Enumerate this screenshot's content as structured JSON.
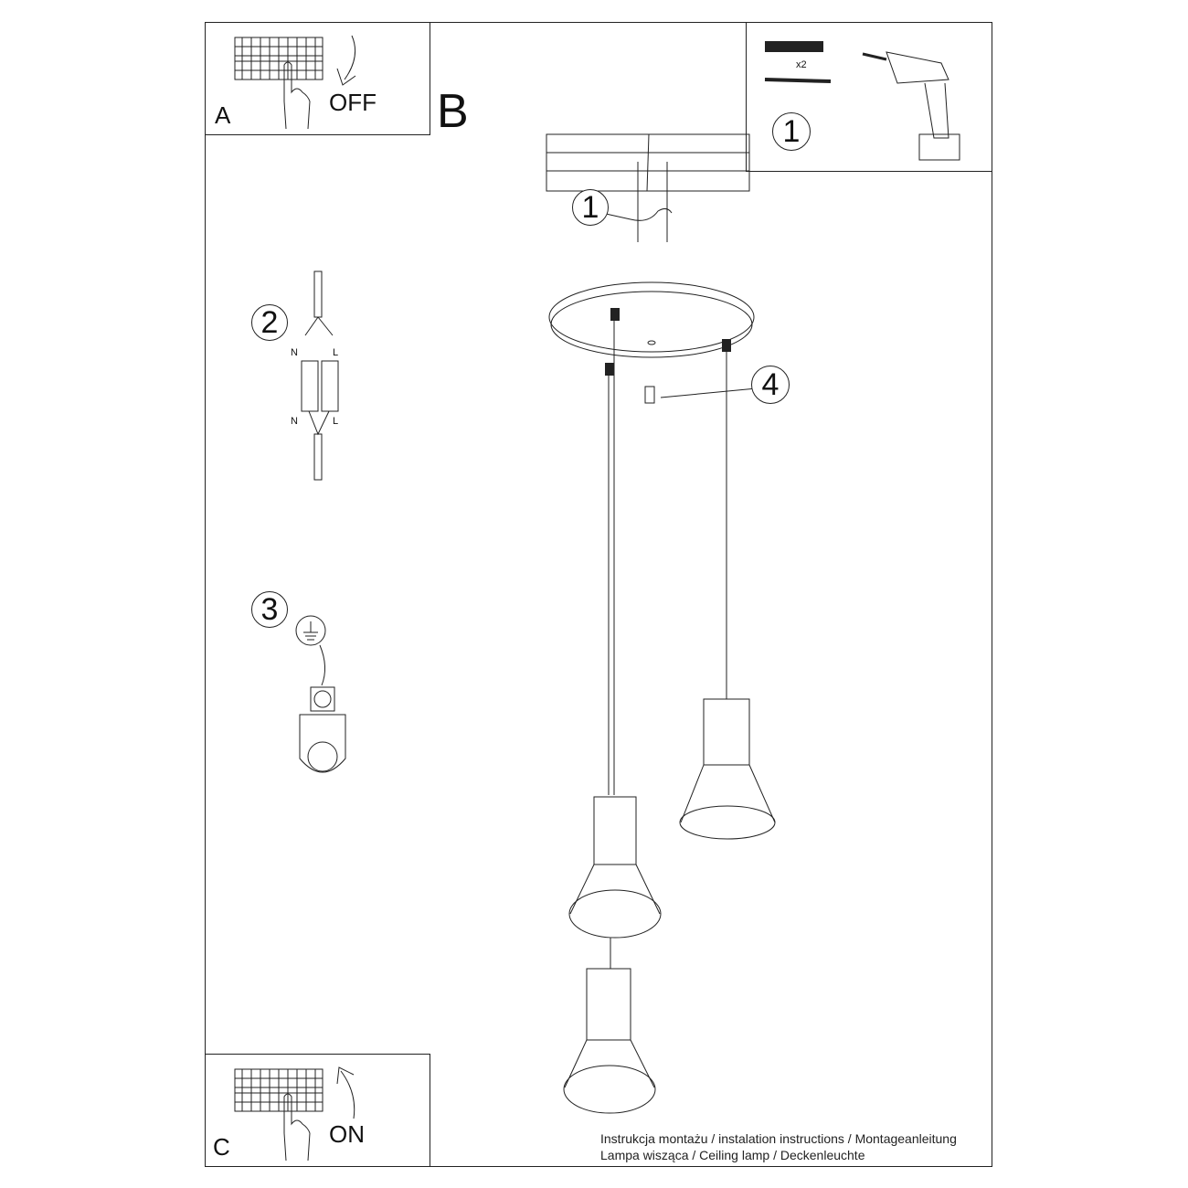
{
  "panels": {
    "a": {
      "letter": "A",
      "label": "OFF"
    },
    "b": {
      "letter": "B"
    },
    "c": {
      "letter": "C",
      "label": "ON"
    },
    "tools": {
      "step": "1",
      "quantity": "x2"
    }
  },
  "steps": {
    "mount": "1",
    "wiring": "2",
    "ground": "3",
    "screw": "4"
  },
  "wiring_labels": {
    "n_top": "N",
    "l_top": "L",
    "n_bottom": "N",
    "l_bottom": "L"
  },
  "footer": {
    "line1": "Instrukcja montażu / instalation instructions / Montageanleitung",
    "line2": "Lampa wisząca / Ceiling lamp / Deckenleuchte"
  }
}
